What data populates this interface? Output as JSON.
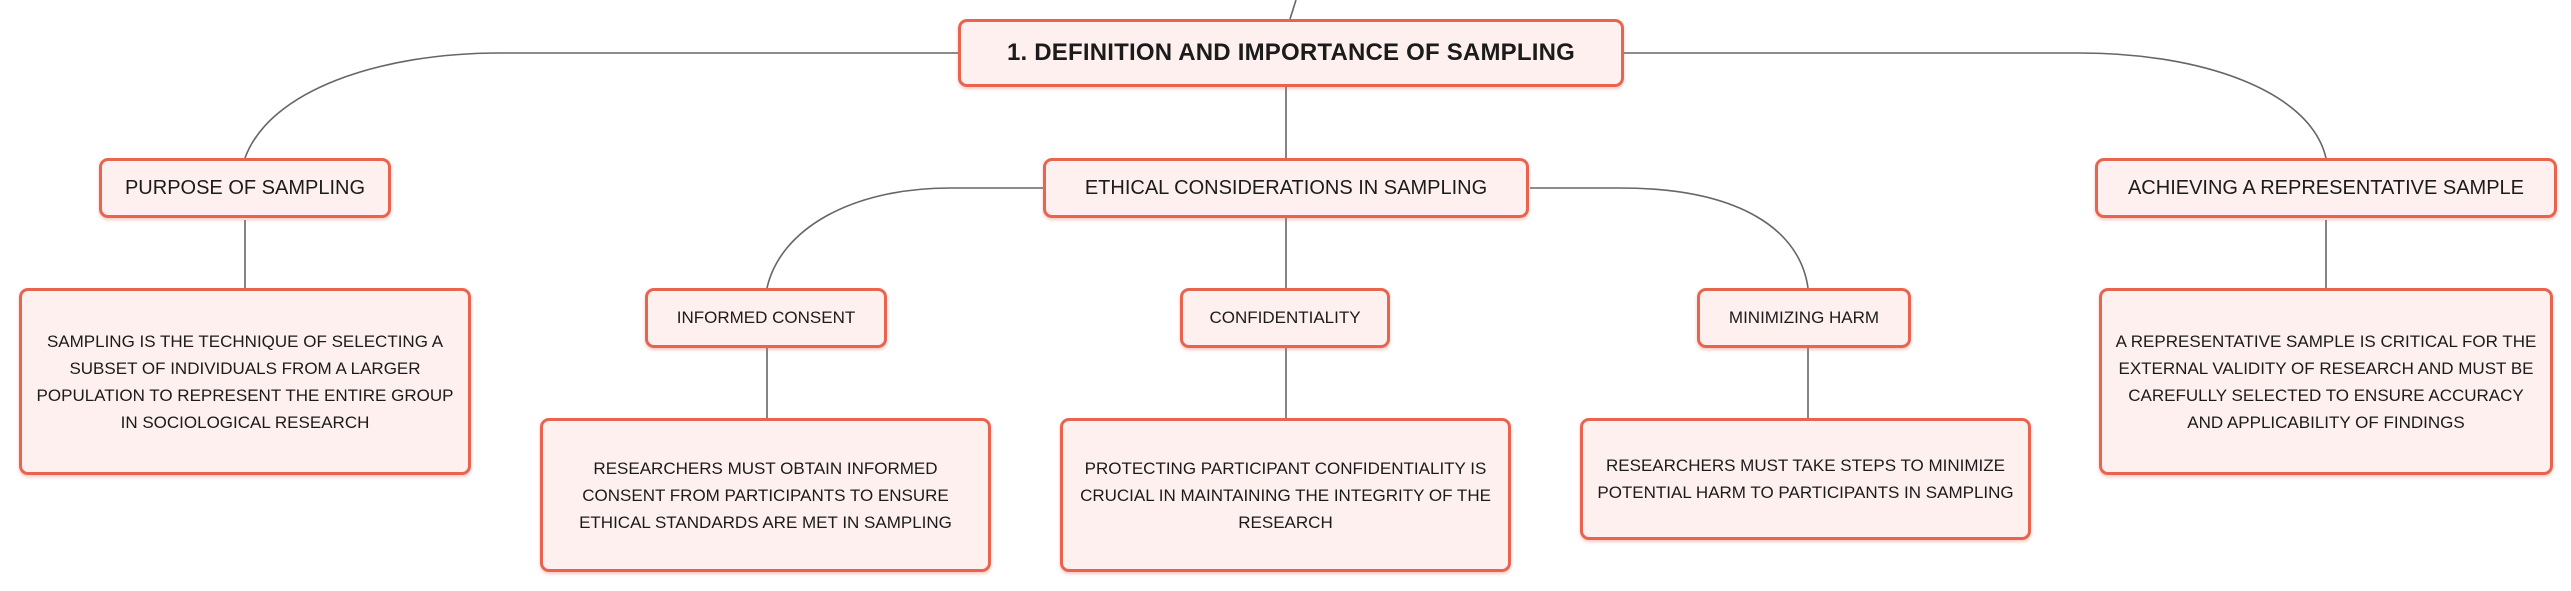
{
  "colors": {
    "border": "#e8644f",
    "fill": "#fdf0ee",
    "line": "#666666"
  },
  "root": {
    "title": "1. DEFINITION AND IMPORTANCE OF SAMPLING"
  },
  "branches": {
    "purpose": {
      "title": "PURPOSE OF SAMPLING",
      "description": "SAMPLING IS THE TECHNIQUE OF SELECTING A SUBSET OF INDIVIDUALS FROM A LARGER POPULATION TO REPRESENT THE ENTIRE GROUP IN SOCIOLOGICAL RESEARCH"
    },
    "ethical": {
      "title": "ETHICAL CONSIDERATIONS IN SAMPLING",
      "children": {
        "consent": {
          "title": "INFORMED CONSENT",
          "description": "RESEARCHERS MUST OBTAIN INFORMED CONSENT FROM PARTICIPANTS TO ENSURE ETHICAL STANDARDS ARE MET IN SAMPLING"
        },
        "confidentiality": {
          "title": "CONFIDENTIALITY",
          "description": "PROTECTING PARTICIPANT CONFIDENTIALITY IS CRUCIAL IN MAINTAINING THE INTEGRITY OF THE RESEARCH"
        },
        "harm": {
          "title": "MINIMIZING HARM",
          "description": "RESEARCHERS MUST TAKE STEPS TO MINIMIZE POTENTIAL HARM TO PARTICIPANTS IN SAMPLING"
        }
      }
    },
    "representative": {
      "title": "ACHIEVING A REPRESENTATIVE SAMPLE",
      "description": "A REPRESENTATIVE SAMPLE IS CRITICAL FOR THE EXTERNAL VALIDITY OF RESEARCH AND MUST BE CAREFULLY SELECTED TO ENSURE ACCURACY AND APPLICABILITY OF FINDINGS"
    }
  }
}
